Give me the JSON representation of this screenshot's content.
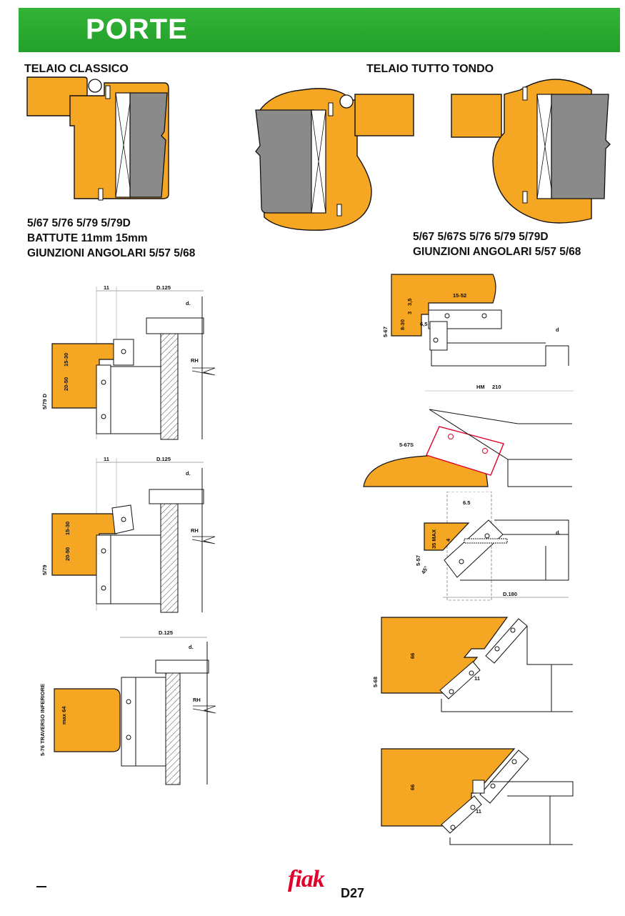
{
  "header": {
    "title": "PORTE"
  },
  "sections": {
    "classic": {
      "title": "TELAIO CLASSICO",
      "lines": [
        "5/67  5/76  5/79  5/79D",
        "BATTUTE  11mm    15mm",
        "GIUNZIONI ANGOLARI 5/57  5/68"
      ]
    },
    "round": {
      "title": "TELAIO TUTTO TONDO",
      "lines": [
        "5/67  5/67S  5/76  5/79  5/79D",
        "GIUNZIONI ANGOLARI 5/57  5/68"
      ]
    }
  },
  "diagrams": {
    "d579d": {
      "tag": "5/79 D",
      "w": "11",
      "d": "D.125",
      "dd": "d.",
      "a": "15-30",
      "b": "20-50",
      "rh": "RH"
    },
    "d579": {
      "tag": "5/79",
      "w": "11",
      "d": "D.125",
      "dd": "d.",
      "a": "15-30",
      "b": "20-50",
      "rh": "RH"
    },
    "d576": {
      "tag": "5-76  TRAVERSO INFERIORE",
      "d": "D.125",
      "dd": "d.",
      "m": "max 64",
      "rh": "RH"
    },
    "d567": {
      "tag": "5-67",
      "a": "15-52",
      "b": "8-30",
      "c": "3",
      "e": "3,5",
      "f": "6,5",
      "dd": "d"
    },
    "d567s": {
      "tag": "5-67S",
      "hm": "HM",
      "dia": "210"
    },
    "d557": {
      "tag": "5-57",
      "a": "6.5",
      "b": "35 MAX",
      "c": "4",
      "ang": "45°",
      "dd": "d.",
      "d": "D.180"
    },
    "d568": {
      "tag": "5-68",
      "a": "66",
      "b": "11"
    },
    "d568b": {
      "a": "66",
      "b": "11"
    }
  },
  "footer": {
    "brand": "fiak",
    "page": "D27"
  },
  "colors": {
    "green": "#22a02a",
    "orange": "#f5a623",
    "gray": "#8a8a8a",
    "red": "#e0002a"
  }
}
